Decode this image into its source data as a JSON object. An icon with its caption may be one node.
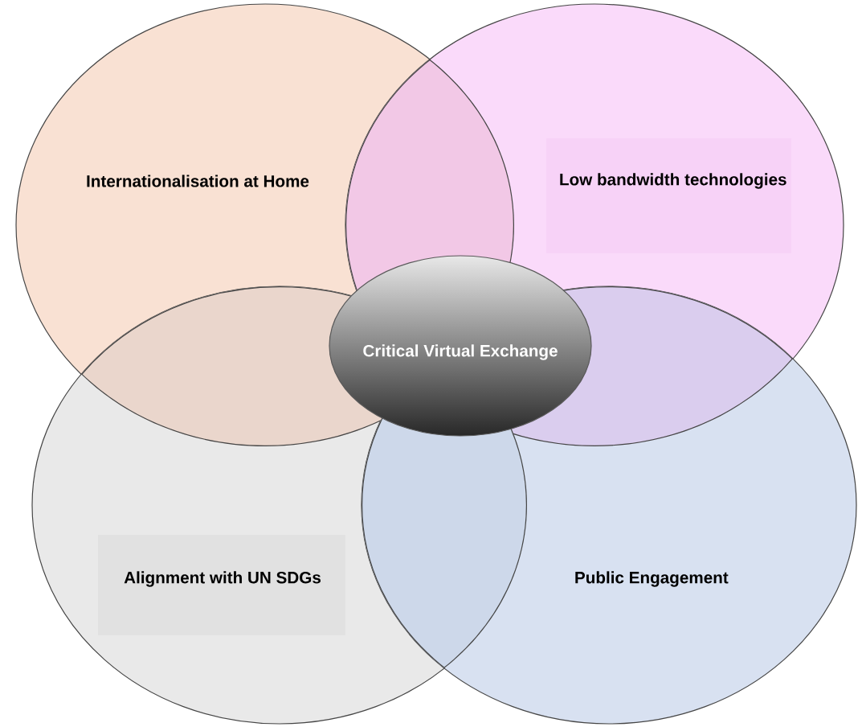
{
  "diagram": {
    "nodes": [
      {
        "text": [
          "Internationalisation at Home"
        ]
      },
      {
        "text": [
          "Low bandwidth technologies"
        ]
      },
      {
        "text": [
          "Alignment with UN SDGs"
        ]
      },
      {
        "text": [
          "Public Engagement"
        ]
      },
      {
        "text": [
          "Critical Virtual Exchange"
        ]
      }
    ]
  }
}
